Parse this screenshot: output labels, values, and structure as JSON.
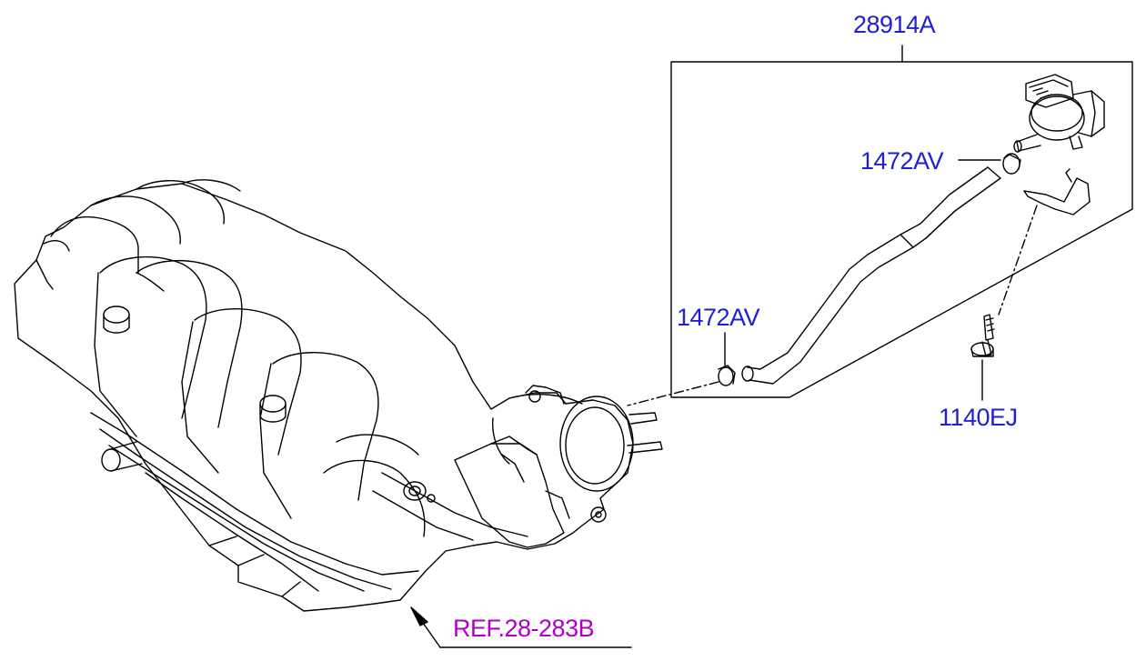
{
  "labels": {
    "assembly": "28914A",
    "clamp_upper": "1472AV",
    "clamp_lower": "1472AV",
    "bolt": "1140EJ",
    "reference": "REF.28-283B"
  },
  "colors": {
    "part_number": "#1f1fd6",
    "reference": "#b000c8",
    "line": "#000000"
  }
}
